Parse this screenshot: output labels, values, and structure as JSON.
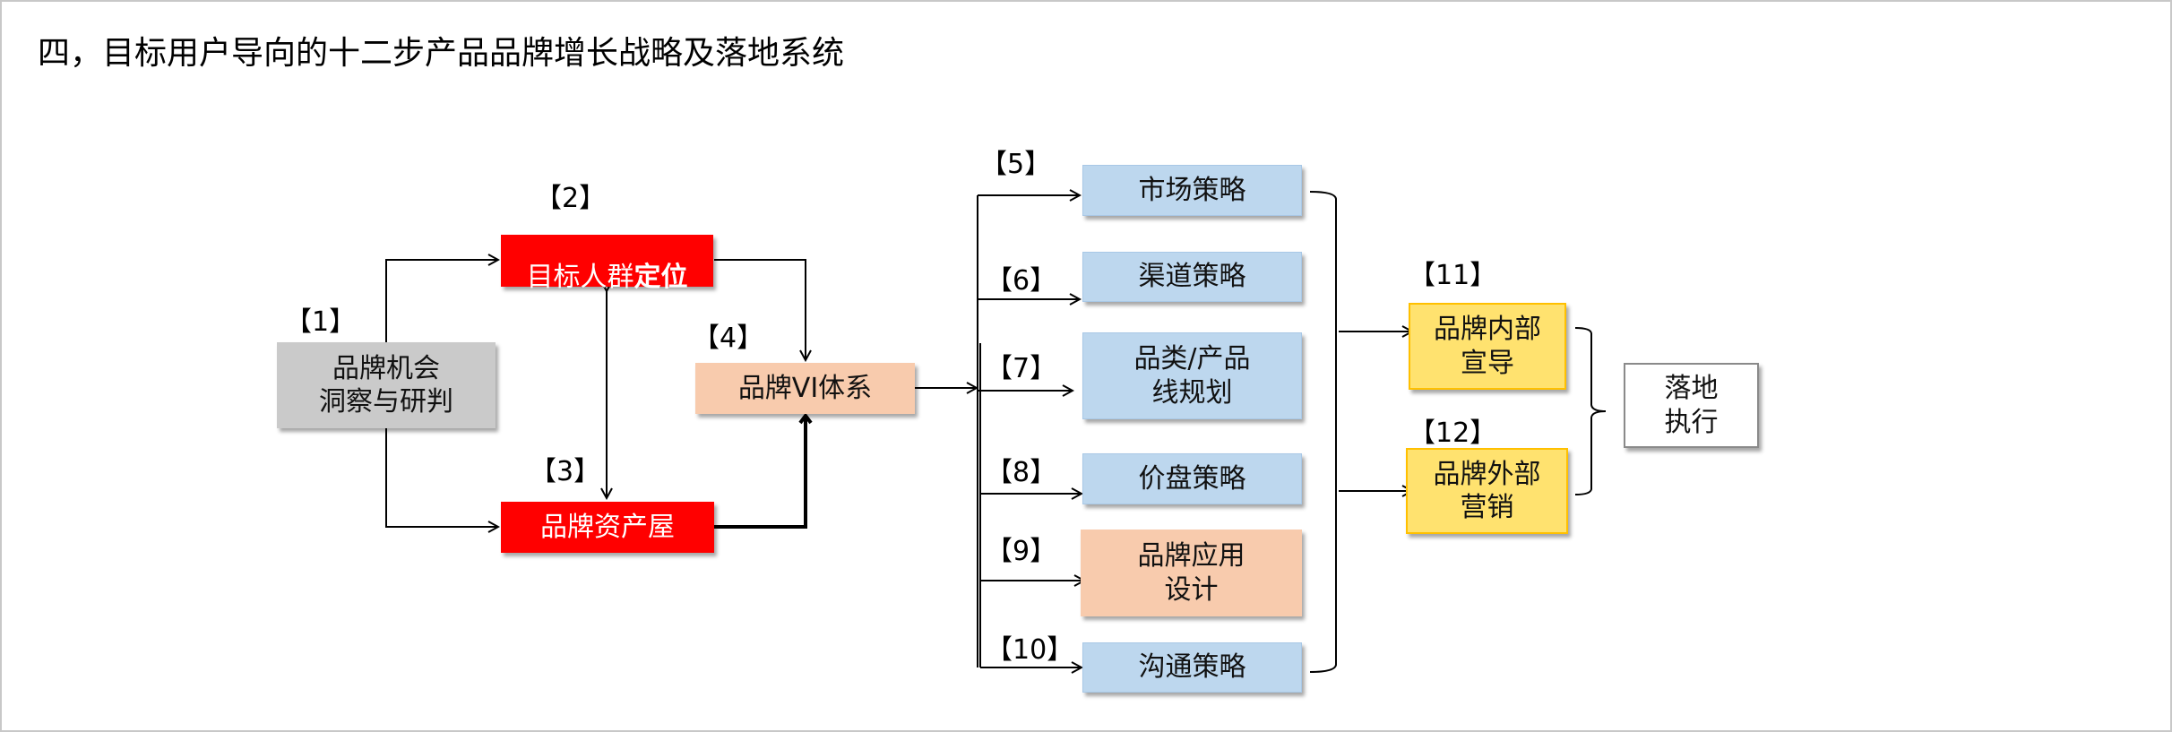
{
  "title": "四，目标用户导向的十二步产品品牌增长战略及落地系统",
  "steps": [
    {
      "id": "1",
      "tag": "【1】",
      "label": "品牌机会\n洞察与研判",
      "style": "gray"
    },
    {
      "id": "2",
      "tag": "【2】",
      "label_plain": "目标人群",
      "label_bold": "定位",
      "style": "red"
    },
    {
      "id": "3",
      "tag": "【3】",
      "label": "品牌资产屋",
      "style": "red"
    },
    {
      "id": "4",
      "tag": "【4】",
      "label": "品牌VI体系",
      "style": "peach"
    },
    {
      "id": "5",
      "tag": "【5】",
      "label": "市场策略",
      "style": "blue"
    },
    {
      "id": "6",
      "tag": "【6】",
      "label": "渠道策略",
      "style": "blue"
    },
    {
      "id": "7",
      "tag": "【7】",
      "label": "品类/产品\n线规划",
      "style": "blue"
    },
    {
      "id": "8",
      "tag": "【8】",
      "label": "价盘策略",
      "style": "blue"
    },
    {
      "id": "9",
      "tag": "【9】",
      "label": "品牌应用\n设计",
      "style": "peach"
    },
    {
      "id": "10",
      "tag": "【10】",
      "label": "沟通策略",
      "style": "blue"
    },
    {
      "id": "11",
      "tag": "【11】",
      "label": "品牌内部\n宣导",
      "style": "yellow"
    },
    {
      "id": "12",
      "tag": "【12】",
      "label": "品牌外部\n营销",
      "style": "yellow"
    }
  ],
  "final": {
    "label": "落地\n执行"
  },
  "colors": {
    "red": "#ff0000",
    "gray": "#cacaca",
    "peach": "#f8cbad",
    "blue": "#bdd7ee",
    "yellow": "#ffe26f",
    "yellow_border": "#ffc000"
  }
}
